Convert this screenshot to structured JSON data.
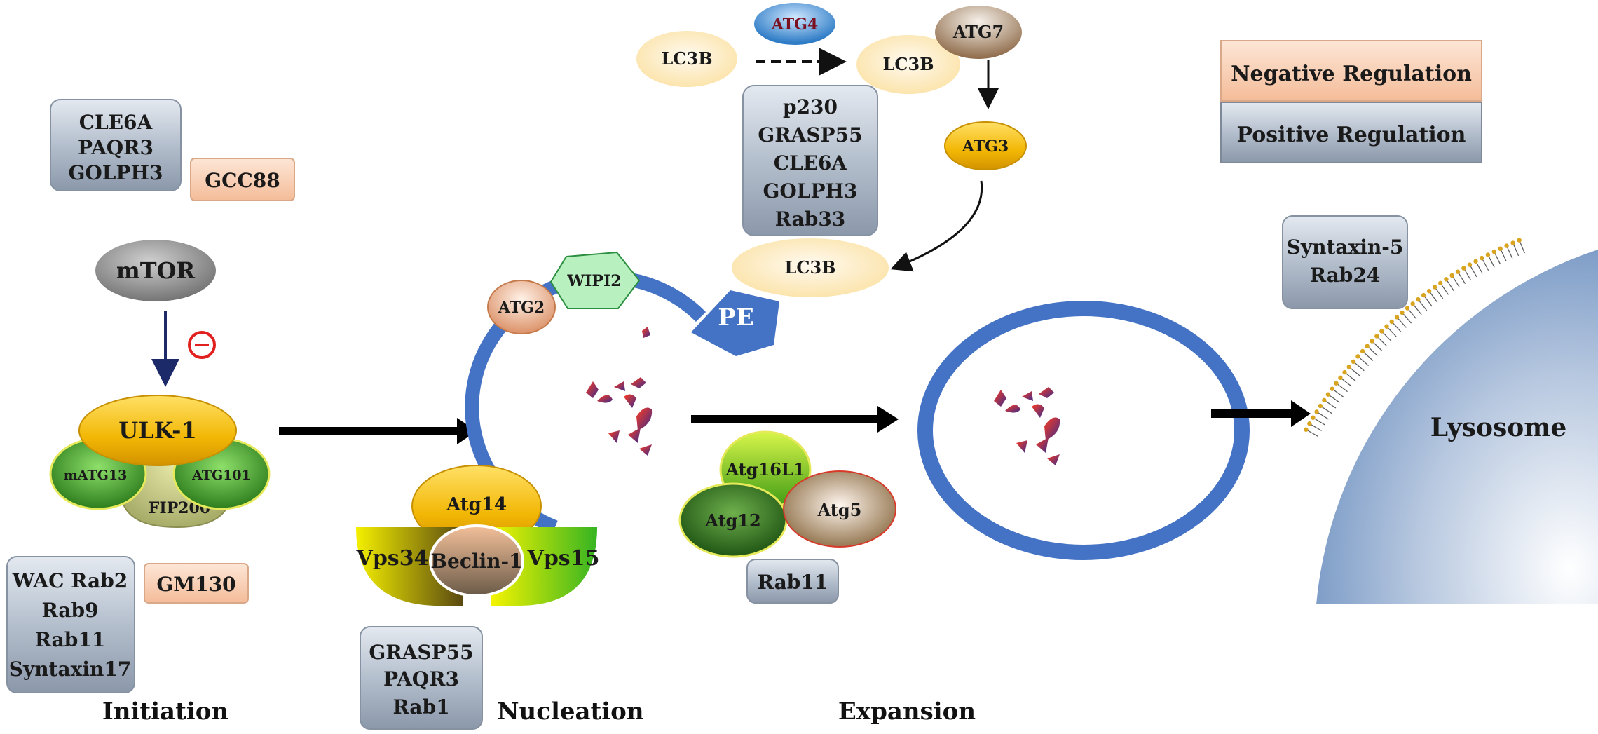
{
  "stages": {
    "initiation": "Initiation",
    "nucleation": "Nucleation",
    "expansion": "Expansion"
  },
  "legend": {
    "negative": "Negative Regulation",
    "positive": "Positive Regulation",
    "negative_color": "#f7c9ad",
    "positive_color": "#9aa7b8"
  },
  "initiation": {
    "positive_top": [
      "CLE6A",
      "PAQR3",
      "GOLPH3"
    ],
    "negative_top": "GCC88",
    "mtor": "mTOR",
    "inhibit_symbol": "⊖",
    "ulk_complex": {
      "ulk1": "ULK-1",
      "matg13": "mATG13",
      "atg101": "ATG101",
      "fip200": "FIP200"
    },
    "positive_bottom": [
      "WAC Rab2",
      "Rab9",
      "Rab11",
      "Syntaxin17"
    ],
    "negative_bottom": "GM130"
  },
  "nucleation": {
    "complex": {
      "atg14": "Atg14",
      "vps34": "Vps34",
      "beclin1": "Beclin-1",
      "vps15": "Vps15"
    },
    "positive": [
      "GRASP55",
      "PAQR3",
      "Rab1"
    ],
    "atg2": "ATG2",
    "wipi2": "WIPI2",
    "pe": "PE"
  },
  "lc3": {
    "lc3b_left": "LC3B",
    "atg4": "ATG4",
    "lc3b_mid": "LC3B",
    "atg7": "ATG7",
    "atg3": "ATG3",
    "lc3b_bottom": "LC3B",
    "positive": [
      "p230",
      "GRASP55",
      "CLE6A",
      "GOLPH3",
      "Rab33"
    ]
  },
  "expansion": {
    "atg16l1": "Atg16L1",
    "atg12": "Atg12",
    "atg5": "Atg5",
    "positive": "Rab11"
  },
  "lysosome": {
    "label": "Lysosome",
    "positive": [
      "Syntaxin-5",
      "Rab24"
    ]
  }
}
